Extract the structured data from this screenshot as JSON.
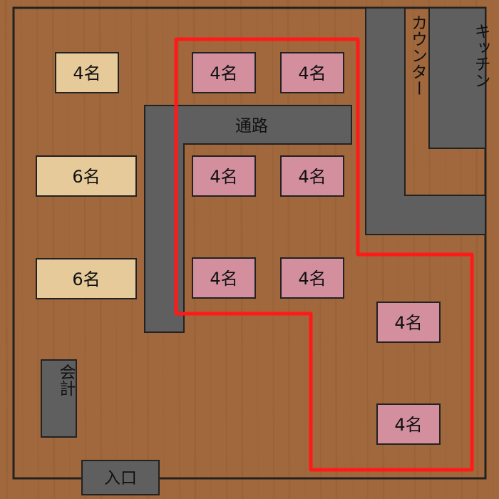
{
  "floor_plan": {
    "colors": {
      "floor": "#a0683c",
      "floor_grain": "#8d5a31",
      "border": "#222222",
      "fixture": "#5f5f5f",
      "table_regular": "#e6ca9a",
      "table_highlight": "#d48f9f",
      "highlight_outline": "#ff1a1a"
    },
    "labels": {
      "passage": "通路",
      "counter": "カウンター",
      "kitchen": "キッチン",
      "cashier": "会計",
      "entrance": "入口"
    },
    "tables": [
      {
        "id": "t1",
        "label": "4名",
        "highlighted": false
      },
      {
        "id": "t2",
        "label": "6名",
        "highlighted": false
      },
      {
        "id": "t3",
        "label": "6名",
        "highlighted": false
      },
      {
        "id": "t4",
        "label": "4名",
        "highlighted": true
      },
      {
        "id": "t5",
        "label": "4名",
        "highlighted": true
      },
      {
        "id": "t6",
        "label": "4名",
        "highlighted": true
      },
      {
        "id": "t7",
        "label": "4名",
        "highlighted": true
      },
      {
        "id": "t8",
        "label": "4名",
        "highlighted": true
      },
      {
        "id": "t9",
        "label": "4名",
        "highlighted": true
      },
      {
        "id": "t10",
        "label": "4名",
        "highlighted": true
      },
      {
        "id": "t11",
        "label": "4名",
        "highlighted": true
      }
    ]
  }
}
